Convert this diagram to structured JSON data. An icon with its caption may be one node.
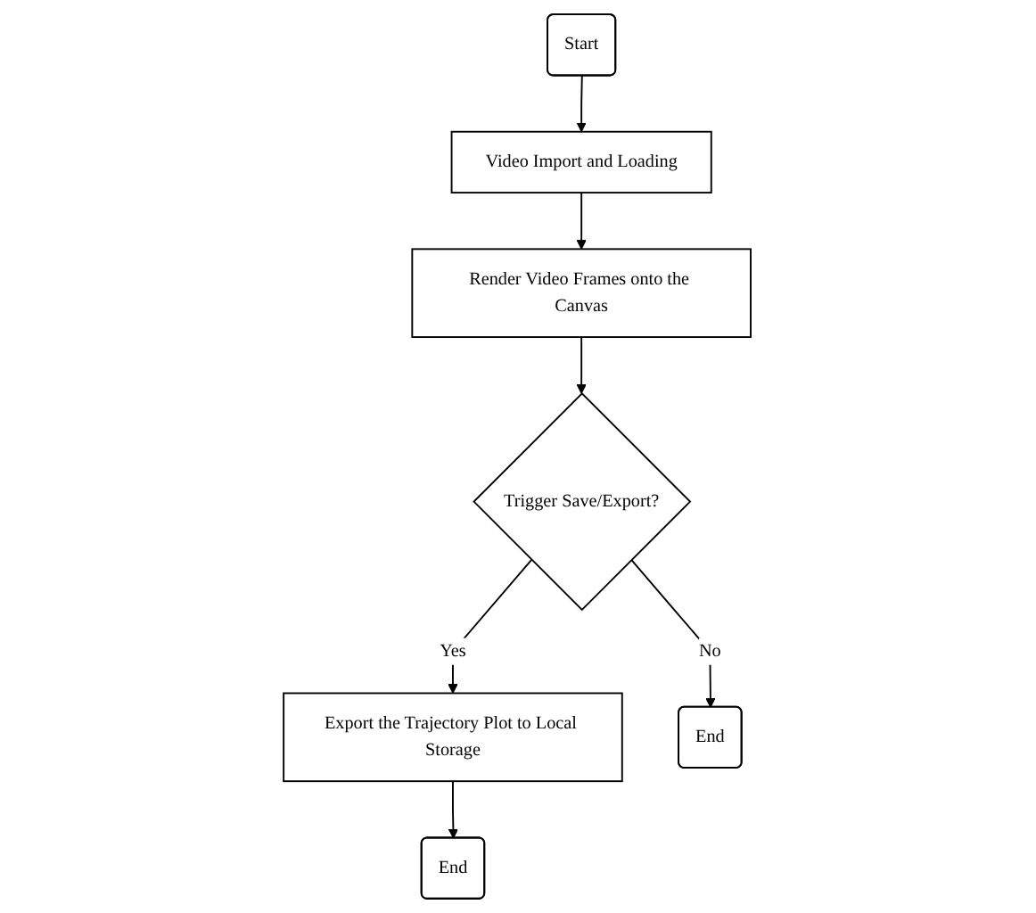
{
  "diagram": {
    "nodes": [
      {
        "text": [
          "Start"
        ]
      },
      {
        "text": [
          "Video Import and Loading"
        ]
      },
      {
        "text": [
          "Render Video Frames onto the Canvas"
        ]
      },
      {
        "text": [
          "Trigger Save/Export?"
        ]
      },
      {
        "text": [
          "Export the Trajectory Plot to Local Storage"
        ]
      },
      {
        "text": [
          "End"
        ]
      },
      {
        "text": [
          "End"
        ]
      }
    ],
    "edges": [
      {
        "from": 0,
        "to": 1,
        "arrow": "to"
      },
      {
        "from": 1,
        "to": 2,
        "arrow": "to"
      },
      {
        "from": 2,
        "to": 3,
        "arrow": "to"
      },
      {
        "from": 3,
        "to": 4,
        "arrow": "to",
        "label": "Yes"
      },
      {
        "from": 3,
        "to": 6,
        "arrow": "to",
        "label": "No"
      },
      {
        "from": 4,
        "to": 5,
        "arrow": "to"
      }
    ]
  }
}
